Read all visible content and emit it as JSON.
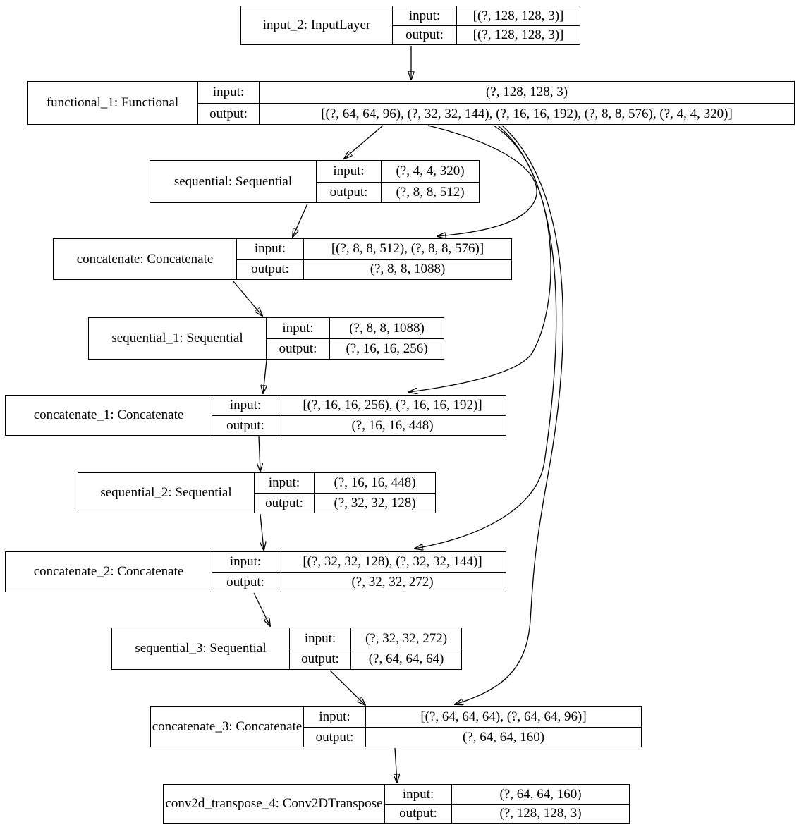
{
  "labels": {
    "input": "input:",
    "output": "output:"
  },
  "diagram": {
    "type": "keras-model-graph",
    "background": "#ffffff",
    "line_color": "#000000",
    "nodes": [
      {
        "id": "input_2",
        "title": "input_2: InputLayer",
        "input": "[(?, 128, 128, 3)]",
        "output": "[(?, 128, 128, 3)]"
      },
      {
        "id": "functional_1",
        "title": "functional_1: Functional",
        "input": "(?, 128, 128, 3)",
        "output": "[(?, 64, 64, 96), (?, 32, 32, 144), (?, 16, 16, 192), (?, 8, 8, 576), (?, 4, 4, 320)]"
      },
      {
        "id": "sequential",
        "title": "sequential: Sequential",
        "input": "(?, 4, 4, 320)",
        "output": "(?, 8, 8, 512)"
      },
      {
        "id": "concatenate",
        "title": "concatenate: Concatenate",
        "input": "[(?, 8, 8, 512), (?, 8, 8, 576)]",
        "output": "(?, 8, 8, 1088)"
      },
      {
        "id": "sequential_1",
        "title": "sequential_1: Sequential",
        "input": "(?, 8, 8, 1088)",
        "output": "(?, 16, 16, 256)"
      },
      {
        "id": "concatenate_1",
        "title": "concatenate_1: Concatenate",
        "input": "[(?, 16, 16, 256), (?, 16, 16, 192)]",
        "output": "(?, 16, 16, 448)"
      },
      {
        "id": "sequential_2",
        "title": "sequential_2: Sequential",
        "input": "(?, 16, 16, 448)",
        "output": "(?, 32, 32, 128)"
      },
      {
        "id": "concatenate_2",
        "title": "concatenate_2: Concatenate",
        "input": "[(?, 32, 32, 128), (?, 32, 32, 144)]",
        "output": "(?, 32, 32, 272)"
      },
      {
        "id": "sequential_3",
        "title": "sequential_3: Sequential",
        "input": "(?, 32, 32, 272)",
        "output": "(?, 64, 64, 64)"
      },
      {
        "id": "concatenate_3",
        "title": "concatenate_3: Concatenate",
        "input": "[(?, 64, 64, 64), (?, 64, 64, 96)]",
        "output": "(?, 64, 64, 160)"
      },
      {
        "id": "conv2d_transpose_4",
        "title": "conv2d_transpose_4: Conv2DTranspose",
        "input": "(?, 64, 64, 160)",
        "output": "(?, 128, 128, 3)"
      }
    ],
    "edges": [
      {
        "from": "input_2",
        "to": "functional_1"
      },
      {
        "from": "functional_1",
        "to": "sequential"
      },
      {
        "from": "functional_1",
        "to": "concatenate"
      },
      {
        "from": "functional_1",
        "to": "concatenate_1"
      },
      {
        "from": "functional_1",
        "to": "concatenate_2"
      },
      {
        "from": "functional_1",
        "to": "concatenate_3"
      },
      {
        "from": "sequential",
        "to": "concatenate"
      },
      {
        "from": "concatenate",
        "to": "sequential_1"
      },
      {
        "from": "sequential_1",
        "to": "concatenate_1"
      },
      {
        "from": "concatenate_1",
        "to": "sequential_2"
      },
      {
        "from": "sequential_2",
        "to": "concatenate_2"
      },
      {
        "from": "concatenate_2",
        "to": "sequential_3"
      },
      {
        "from": "sequential_3",
        "to": "concatenate_3"
      },
      {
        "from": "concatenate_3",
        "to": "conv2d_transpose_4"
      }
    ]
  }
}
